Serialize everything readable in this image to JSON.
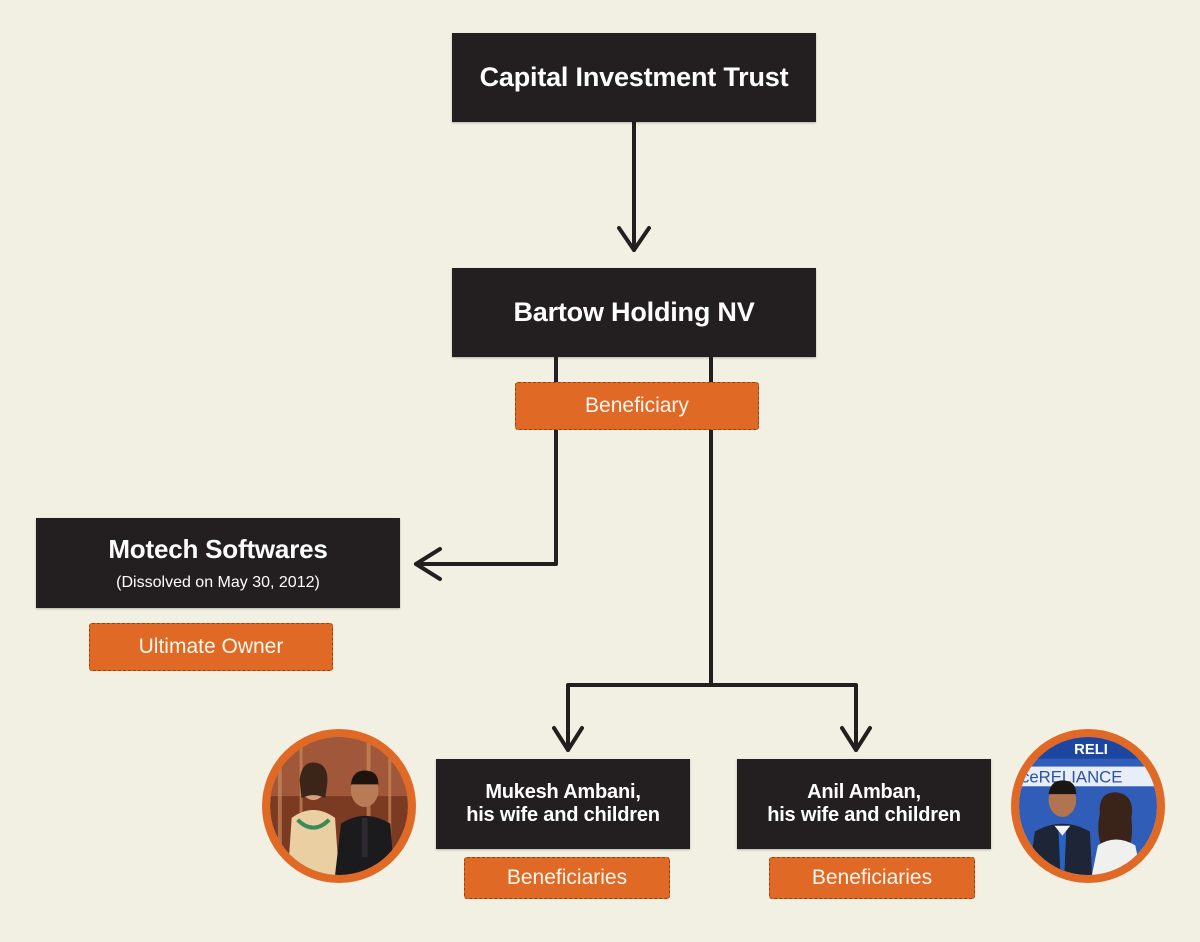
{
  "diagram": {
    "nodes": {
      "trust": {
        "title": "Capital Investment Trust"
      },
      "bartow": {
        "title": "Bartow Holding NV"
      },
      "motech": {
        "title": "Motech Softwares",
        "subtitle": "(Dissolved on May 30, 2012)"
      },
      "mukesh": {
        "title_line1": "Mukesh Ambani,",
        "title_line2": "his wife and children"
      },
      "anil": {
        "title_line1": "Anil Amban,",
        "title_line2": "his wife and children"
      }
    },
    "tags": {
      "beneficiary": "Beneficiary",
      "ultimate_owner": "Ultimate Owner",
      "mukesh_beneficiaries": "Beneficiaries",
      "anil_beneficiaries": "Beneficiaries"
    },
    "photo_sign_text": {
      "top": "RELI",
      "middle": "ceRELIANCE"
    },
    "colors": {
      "background": "#f1f0e3",
      "node_fill": "#231f20",
      "tag_fill": "#e06a25",
      "connector": "#231f20"
    }
  }
}
